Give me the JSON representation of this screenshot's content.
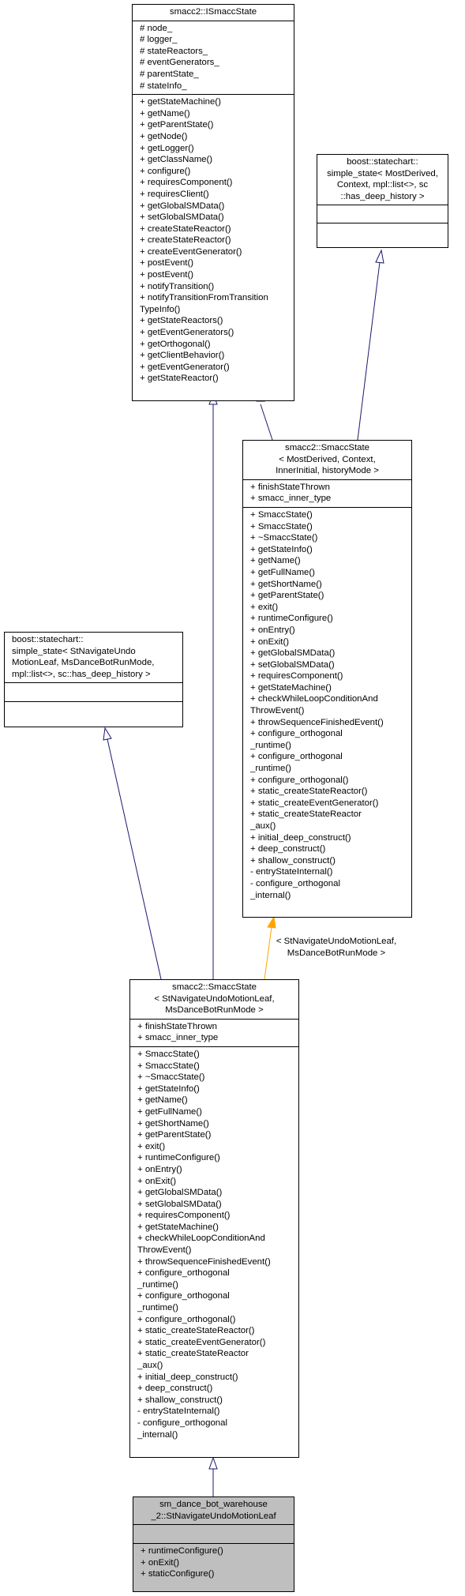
{
  "nodes": [
    {
      "id": "ismacc",
      "title": [
        "smacc2::ISmaccState"
      ],
      "attributes": [
        "# node_",
        "# logger_",
        "# stateReactors_",
        "# eventGenerators_",
        "# parentState_",
        "# stateInfo_"
      ],
      "methods": [
        "+ getStateMachine()",
        "+ getName()",
        "+ getParentState()",
        "+ getNode()",
        "+ getLogger()",
        "+ getClassName()",
        "+ configure()",
        "+ requiresComponent()",
        "+ requiresClient()",
        "+ getGlobalSMData()",
        "+ setGlobalSMData()",
        "+ createStateReactor()",
        "+ createStateReactor()",
        "+ createEventGenerator()",
        "+ postEvent()",
        "+ postEvent()",
        "+ notifyTransition()",
        "+ notifyTransitionFromTransition",
        "TypeInfo()",
        "+ getStateReactors()",
        "+ getEventGenerators()",
        "+ getOrthogonal()",
        "+ getClientBehavior()",
        "+ getEventGenerator()",
        "+ getStateReactor()"
      ]
    },
    {
      "id": "boost_generic",
      "title": [
        "boost::statechart::",
        "simple_state< MostDerived,",
        "Context, mpl::list<>, sc",
        "::has_deep_history >"
      ],
      "attributes": [],
      "methods": []
    },
    {
      "id": "smacc_template",
      "title": [
        "smacc2::SmaccState",
        "< MostDerived, Context,",
        "InnerInitial, historyMode >"
      ],
      "attributes": [
        "+ finishStateThrown",
        "+ smacc_inner_type"
      ],
      "methods": [
        "+ SmaccState()",
        "+ SmaccState()",
        "+ ~SmaccState()",
        "+ getStateInfo()",
        "+ getName()",
        "+ getFullName()",
        "+ getShortName()",
        "+ getParentState()",
        "+ exit()",
        "+ runtimeConfigure()",
        "+ onEntry()",
        "+ onExit()",
        "+ getGlobalSMData()",
        "+ setGlobalSMData()",
        "+ requiresComponent()",
        "+ getStateMachine()",
        "+ checkWhileLoopConditionAnd",
        "ThrowEvent()",
        "+ throwSequenceFinishedEvent()",
        "+ configure_orthogonal",
        "_runtime()",
        "+ configure_orthogonal",
        "_runtime()",
        "+ configure_orthogonal()",
        "+ static_createStateReactor()",
        "+ static_createEventGenerator()",
        "+ static_createStateReactor",
        "_aux()",
        "+ initial_deep_construct()",
        "+ deep_construct()",
        "+ shallow_construct()",
        "- entryStateInternal()",
        "- configure_orthogonal",
        "_internal()"
      ]
    },
    {
      "id": "boost_specific",
      "title": [
        "boost::statechart::",
        "simple_state< StNavigateUndo",
        "MotionLeaf, MsDanceBotRunMode,",
        "mpl::list<>, sc::has_deep_history >"
      ],
      "attributes": [],
      "methods": []
    },
    {
      "id": "smacc_specific",
      "title": [
        "smacc2::SmaccState",
        "< StNavigateUndoMotionLeaf,",
        "MsDanceBotRunMode >"
      ],
      "attributes": [
        "+ finishStateThrown",
        "+ smacc_inner_type"
      ],
      "methods": [
        "+ SmaccState()",
        "+ SmaccState()",
        "+ ~SmaccState()",
        "+ getStateInfo()",
        "+ getName()",
        "+ getFullName()",
        "+ getShortName()",
        "+ getParentState()",
        "+ exit()",
        "+ runtimeConfigure()",
        "+ onEntry()",
        "+ onExit()",
        "+ getGlobalSMData()",
        "+ setGlobalSMData()",
        "+ requiresComponent()",
        "+ getStateMachine()",
        "+ checkWhileLoopConditionAnd",
        "ThrowEvent()",
        "+ throwSequenceFinishedEvent()",
        "+ configure_orthogonal",
        "_runtime()",
        "+ configure_orthogonal",
        "_runtime()",
        "+ configure_orthogonal()",
        "+ static_createStateReactor()",
        "+ static_createEventGenerator()",
        "+ static_createStateReactor",
        "_aux()",
        "+ initial_deep_construct()",
        "+ deep_construct()",
        "+ shallow_construct()",
        "- entryStateInternal()",
        "- configure_orthogonal",
        "_internal()"
      ]
    },
    {
      "id": "leaf",
      "title": [
        "sm_dance_bot_warehouse",
        "_2::StNavigateUndoMotionLeaf"
      ],
      "attributes": [],
      "methods": [
        "+ runtimeConfigure()",
        "+ onExit()",
        "+ staticConfigure()"
      ]
    }
  ],
  "edge_label": [
    "< StNavigateUndoMotionLeaf,",
    "MsDanceBotRunMode >"
  ],
  "colors": {
    "inheritance": "#191970",
    "template_instance": "#FFA500",
    "current_node_fill": "#bfbfbf",
    "border": "#000000"
  }
}
